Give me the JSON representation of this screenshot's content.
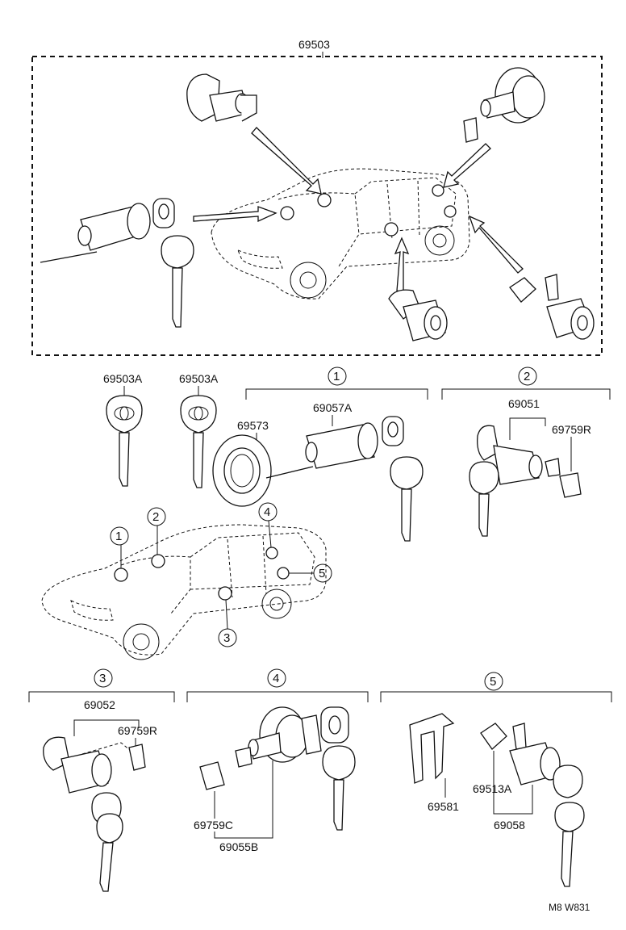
{
  "diagram": {
    "top_assembly_label": "69503",
    "parts": {
      "key_left": "69503A",
      "key_right": "69503A",
      "p69573": "69573",
      "p69057A": "69057A",
      "p69051": "69051",
      "p69759R_a": "69759R",
      "p69052": "69052",
      "p69759R_b": "69759R",
      "p69759C": "69759C",
      "p69055B": "69055B",
      "p69581": "69581",
      "p69513A": "69513A",
      "p69058": "69058"
    },
    "callouts": {
      "c1": "1",
      "c2": "2",
      "c3": "3",
      "c4": "4",
      "c5": "5"
    },
    "footer_code": "M8 W831",
    "icons": [
      "toyota-key-icon",
      "lock-cylinder-icon",
      "station-wagon-car-icon",
      "arrow-icon"
    ]
  }
}
